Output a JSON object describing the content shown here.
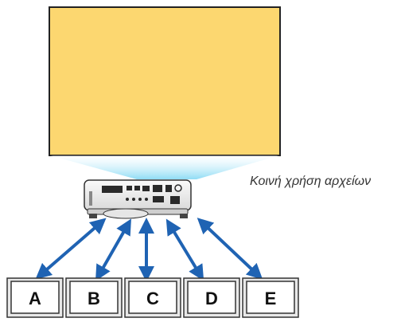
{
  "caption": "Κοινή χρήση αρχείων",
  "clients": [
    {
      "label": "A"
    },
    {
      "label": "B"
    },
    {
      "label": "C"
    },
    {
      "label": "D"
    },
    {
      "label": "E"
    }
  ],
  "colors": {
    "screen_fill": "#fcd770",
    "screen_border": "#222222",
    "beam": "#9ee1f6",
    "arrow": "#1f63b3",
    "projector_body": "#f1f1f1",
    "laptop_frame": "#e8e8e8"
  },
  "icons": [
    "projector-icon",
    "laptop-icon",
    "bidirectional-arrow-icon"
  ]
}
